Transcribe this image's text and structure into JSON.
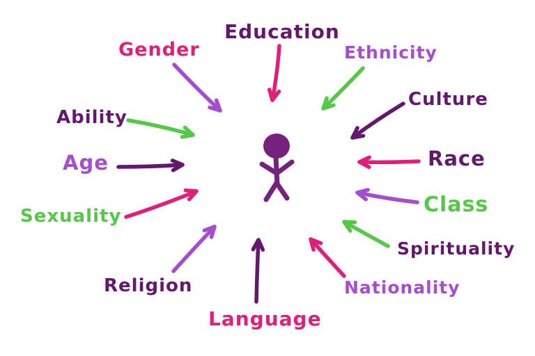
{
  "background_color": "#ffffff",
  "palette": {
    "pink": "#DF1F78",
    "violet": "#A64CCF",
    "green": "#55C847",
    "dark_purple": "#63186D"
  },
  "center_figure": {
    "name": "stick-person",
    "color": "#77217F"
  },
  "labels": [
    {
      "id": "education",
      "text": "Education",
      "text_color": "#63186D",
      "arrow_color": "#DF1F78"
    },
    {
      "id": "gender",
      "text": "Gender",
      "text_color": "#DF1F78",
      "arrow_color": "#A64CCF"
    },
    {
      "id": "ethnicity",
      "text": "Ethnicity",
      "text_color": "#A64CCF",
      "arrow_color": "#55C847"
    },
    {
      "id": "culture",
      "text": "Culture",
      "text_color": "#63186D",
      "arrow_color": "#63186D"
    },
    {
      "id": "ability",
      "text": "Ability",
      "text_color": "#63186D",
      "arrow_color": "#55C847"
    },
    {
      "id": "age",
      "text": "Age",
      "text_color": "#A64CCF",
      "arrow_color": "#63186D"
    },
    {
      "id": "sexuality",
      "text": "Sexuality",
      "text_color": "#55C847",
      "arrow_color": "#DF1F78"
    },
    {
      "id": "race",
      "text": "Race",
      "text_color": "#63186D",
      "arrow_color": "#DF1F78"
    },
    {
      "id": "class",
      "text": "Class",
      "text_color": "#55C847",
      "arrow_color": "#A64CCF"
    },
    {
      "id": "spirituality",
      "text": "Spirituality",
      "text_color": "#63186D",
      "arrow_color": "#55C847"
    },
    {
      "id": "nationality",
      "text": "Nationality",
      "text_color": "#A64CCF",
      "arrow_color": "#DF1F78"
    },
    {
      "id": "language",
      "text": "Language",
      "text_color": "#DF1F78",
      "arrow_color": "#63186D"
    },
    {
      "id": "religion",
      "text": "Religion",
      "text_color": "#63186D",
      "arrow_color": "#A64CCF"
    }
  ]
}
